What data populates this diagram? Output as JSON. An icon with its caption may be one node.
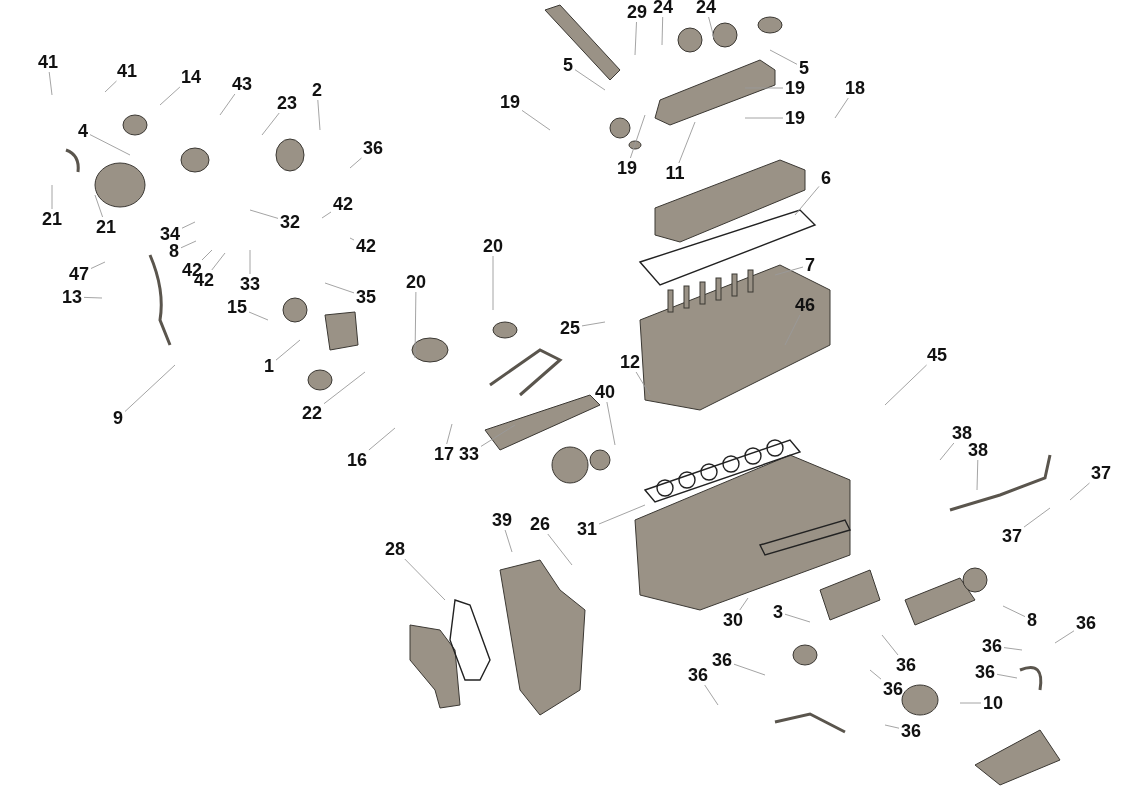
{
  "diagram": {
    "nodes": [
      {
        "text": [
          "41"
        ]
      },
      {
        "text": [
          "41"
        ]
      },
      {
        "text": [
          "14"
        ]
      },
      {
        "text": [
          "43"
        ]
      },
      {
        "text": [
          "2"
        ]
      },
      {
        "text": [
          "23"
        ]
      },
      {
        "text": [
          "4"
        ]
      },
      {
        "text": [
          "36"
        ]
      },
      {
        "text": [
          "21"
        ]
      },
      {
        "text": [
          "21"
        ]
      },
      {
        "text": [
          "42"
        ]
      },
      {
        "text": [
          "32"
        ]
      },
      {
        "text": [
          "34"
        ]
      },
      {
        "text": [
          "42"
        ]
      },
      {
        "text": [
          "8"
        ]
      },
      {
        "text": [
          "47"
        ]
      },
      {
        "text": [
          "42"
        ]
      },
      {
        "text": [
          "42"
        ]
      },
      {
        "text": [
          "33"
        ]
      },
      {
        "text": [
          "13"
        ]
      },
      {
        "text": [
          "35"
        ]
      },
      {
        "text": [
          "15"
        ]
      },
      {
        "text": [
          "1"
        ]
      },
      {
        "text": [
          "9"
        ]
      },
      {
        "text": [
          "29"
        ]
      },
      {
        "text": [
          "24"
        ]
      },
      {
        "text": [
          "24"
        ]
      },
      {
        "text": [
          "5"
        ]
      },
      {
        "text": [
          "5"
        ]
      },
      {
        "text": [
          "19"
        ]
      },
      {
        "text": [
          "19"
        ]
      },
      {
        "text": [
          "19"
        ]
      },
      {
        "text": [
          "18"
        ]
      },
      {
        "text": [
          "19"
        ]
      },
      {
        "text": [
          "11"
        ]
      },
      {
        "text": [
          "6"
        ]
      },
      {
        "text": [
          "20"
        ]
      },
      {
        "text": [
          "20"
        ]
      },
      {
        "text": [
          "7"
        ]
      },
      {
        "text": [
          "25"
        ]
      },
      {
        "text": [
          "46"
        ]
      },
      {
        "text": [
          "45"
        ]
      },
      {
        "text": [
          "12"
        ]
      },
      {
        "text": [
          "40"
        ]
      },
      {
        "text": [
          "22"
        ]
      },
      {
        "text": [
          "16"
        ]
      },
      {
        "text": [
          "17"
        ]
      },
      {
        "text": [
          "33"
        ]
      },
      {
        "text": [
          "38"
        ]
      },
      {
        "text": [
          "38"
        ]
      },
      {
        "text": [
          "37"
        ]
      },
      {
        "text": [
          "37"
        ]
      },
      {
        "text": [
          "31"
        ]
      },
      {
        "text": [
          "39"
        ]
      },
      {
        "text": [
          "26"
        ]
      },
      {
        "text": [
          "28"
        ]
      },
      {
        "text": [
          "30"
        ]
      },
      {
        "text": [
          "3"
        ]
      },
      {
        "text": [
          "8"
        ]
      },
      {
        "text": [
          "36"
        ]
      },
      {
        "text": [
          "36"
        ]
      },
      {
        "text": [
          "36"
        ]
      },
      {
        "text": [
          "36"
        ]
      },
      {
        "text": [
          "36"
        ]
      },
      {
        "text": [
          "36"
        ]
      },
      {
        "text": [
          "36"
        ]
      },
      {
        "text": [
          "10"
        ]
      },
      {
        "text": [
          "36"
        ]
      }
    ],
    "edges": [
      {
        "from": 0,
        "to": null,
        "arrow": "none"
      },
      {
        "from": 1,
        "to": null,
        "arrow": "none"
      },
      {
        "from": 2,
        "to": null,
        "arrow": "none"
      },
      {
        "from": 3,
        "to": null,
        "arrow": "none"
      },
      {
        "from": 4,
        "to": null,
        "arrow": "none"
      },
      {
        "from": 5,
        "to": null,
        "arrow": "none"
      },
      {
        "from": 6,
        "to": null,
        "arrow": "none"
      },
      {
        "from": 7,
        "to": null,
        "arrow": "none"
      },
      {
        "from": 8,
        "to": null,
        "arrow": "none"
      },
      {
        "from": 9,
        "to": null,
        "arrow": "none"
      },
      {
        "from": 10,
        "to": null,
        "arrow": "none"
      },
      {
        "from": 11,
        "to": null,
        "arrow": "none"
      },
      {
        "from": 12,
        "to": null,
        "arrow": "none"
      },
      {
        "from": 13,
        "to": null,
        "arrow": "none"
      },
      {
        "from": 14,
        "to": null,
        "arrow": "none"
      },
      {
        "from": 15,
        "to": null,
        "arrow": "none"
      },
      {
        "from": 16,
        "to": null,
        "arrow": "none"
      },
      {
        "from": 17,
        "to": null,
        "arrow": "none"
      },
      {
        "from": 18,
        "to": null,
        "arrow": "none"
      },
      {
        "from": 19,
        "to": null,
        "arrow": "none"
      },
      {
        "from": 20,
        "to": null,
        "arrow": "none"
      },
      {
        "from": 21,
        "to": null,
        "arrow": "none"
      },
      {
        "from": 22,
        "to": null,
        "arrow": "none"
      },
      {
        "from": 23,
        "to": null,
        "arrow": "none"
      },
      {
        "from": 24,
        "to": null,
        "arrow": "none"
      },
      {
        "from": 25,
        "to": null,
        "arrow": "none"
      },
      {
        "from": 26,
        "to": null,
        "arrow": "none"
      },
      {
        "from": 27,
        "to": null,
        "arrow": "none"
      },
      {
        "from": 28,
        "to": null,
        "arrow": "none"
      },
      {
        "from": 29,
        "to": null,
        "arrow": "none"
      },
      {
        "from": 30,
        "to": null,
        "arrow": "none"
      },
      {
        "from": 31,
        "to": null,
        "arrow": "none"
      },
      {
        "from": 32,
        "to": null,
        "arrow": "none"
      },
      {
        "from": 33,
        "to": null,
        "arrow": "none"
      },
      {
        "from": 34,
        "to": null,
        "arrow": "none"
      },
      {
        "from": 35,
        "to": null,
        "arrow": "none"
      },
      {
        "from": 36,
        "to": null,
        "arrow": "none"
      },
      {
        "from": 37,
        "to": null,
        "arrow": "none"
      },
      {
        "from": 38,
        "to": null,
        "arrow": "none"
      },
      {
        "from": 39,
        "to": null,
        "arrow": "none"
      },
      {
        "from": 40,
        "to": null,
        "arrow": "none"
      },
      {
        "from": 41,
        "to": null,
        "arrow": "none"
      },
      {
        "from": 42,
        "to": null,
        "arrow": "none"
      },
      {
        "from": 43,
        "to": null,
        "arrow": "none"
      },
      {
        "from": 44,
        "to": null,
        "arrow": "none"
      },
      {
        "from": 45,
        "to": null,
        "arrow": "none"
      },
      {
        "from": 46,
        "to": null,
        "arrow": "none"
      },
      {
        "from": 47,
        "to": null,
        "arrow": "none"
      },
      {
        "from": 48,
        "to": null,
        "arrow": "none"
      },
      {
        "from": 49,
        "to": null,
        "arrow": "none"
      },
      {
        "from": 50,
        "to": null,
        "arrow": "none"
      },
      {
        "from": 51,
        "to": null,
        "arrow": "none"
      },
      {
        "from": 52,
        "to": null,
        "arrow": "none"
      },
      {
        "from": 53,
        "to": null,
        "arrow": "none"
      },
      {
        "from": 54,
        "to": null,
        "arrow": "none"
      },
      {
        "from": 55,
        "to": null,
        "arrow": "none"
      },
      {
        "from": 56,
        "to": null,
        "arrow": "none"
      },
      {
        "from": 57,
        "to": null,
        "arrow": "none"
      },
      {
        "from": 58,
        "to": null,
        "arrow": "none"
      },
      {
        "from": 59,
        "to": null,
        "arrow": "none"
      },
      {
        "from": 60,
        "to": null,
        "arrow": "none"
      },
      {
        "from": 61,
        "to": null,
        "arrow": "none"
      },
      {
        "from": 62,
        "to": null,
        "arrow": "none"
      },
      {
        "from": 63,
        "to": null,
        "arrow": "none"
      },
      {
        "from": 64,
        "to": null,
        "arrow": "none"
      },
      {
        "from": 65,
        "to": null,
        "arrow": "none"
      },
      {
        "from": 66,
        "to": null,
        "arrow": "none"
      },
      {
        "from": 67,
        "to": null,
        "arrow": "none"
      }
    ]
  }
}
